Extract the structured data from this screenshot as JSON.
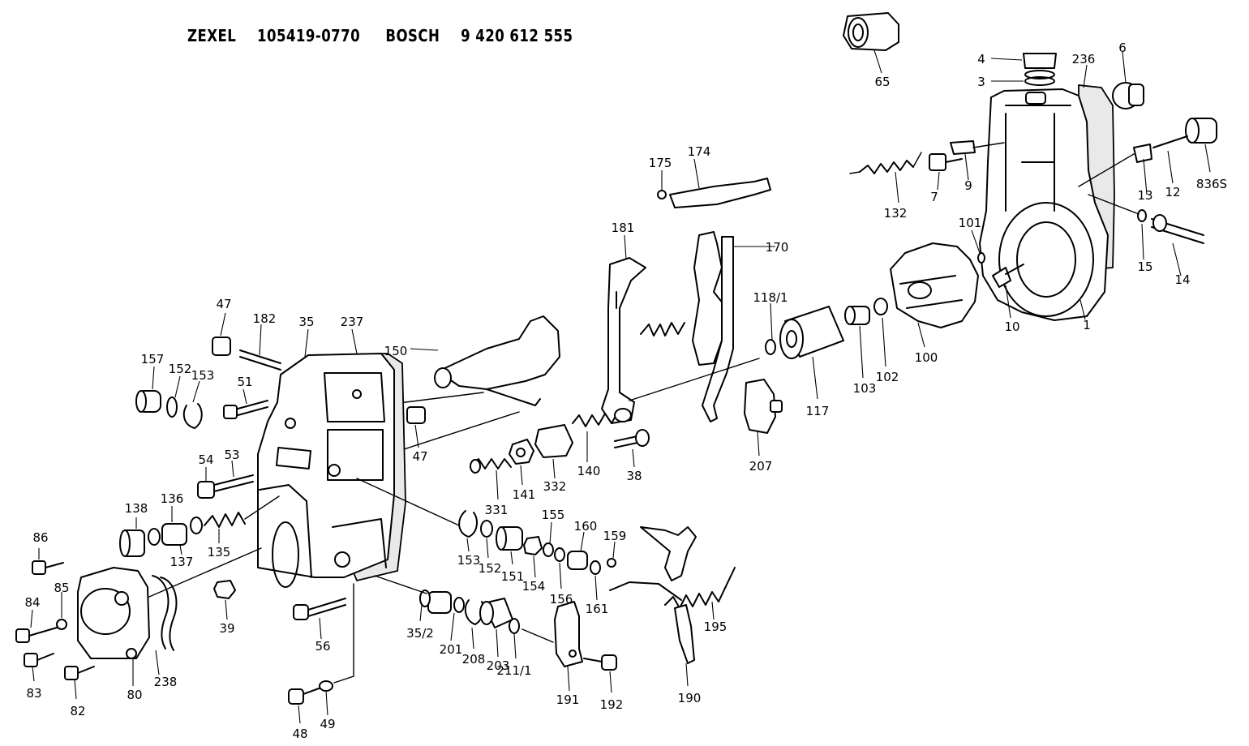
{
  "header": {
    "brand1": "ZEXEL",
    "part1": "105419-0770",
    "brand2": "BOSCH",
    "part2": "9 420 612 555"
  },
  "callouts": [
    "65",
    "4",
    "3",
    "236",
    "6",
    "174",
    "175",
    "132",
    "7",
    "9",
    "101",
    "13",
    "12",
    "836S",
    "181",
    "170",
    "15",
    "14",
    "1",
    "10",
    "118/1",
    "100",
    "102",
    "103",
    "117",
    "47",
    "182",
    "35",
    "237",
    "150",
    "157",
    "152",
    "153",
    "51",
    "47",
    "38",
    "207",
    "54",
    "53",
    "140",
    "332",
    "141",
    "331",
    "138",
    "136",
    "137",
    "135",
    "155",
    "160",
    "159",
    "153",
    "152",
    "151",
    "154",
    "156",
    "161",
    "195",
    "86",
    "85",
    "84",
    "83",
    "82",
    "80",
    "238",
    "39",
    "56",
    "35/2",
    "201",
    "208",
    "203",
    "211/1",
    "191",
    "192",
    "190",
    "48",
    "49"
  ],
  "colors": {
    "ink": "#000000",
    "paper": "#ffffff",
    "gasket": "#e9e9e9"
  }
}
